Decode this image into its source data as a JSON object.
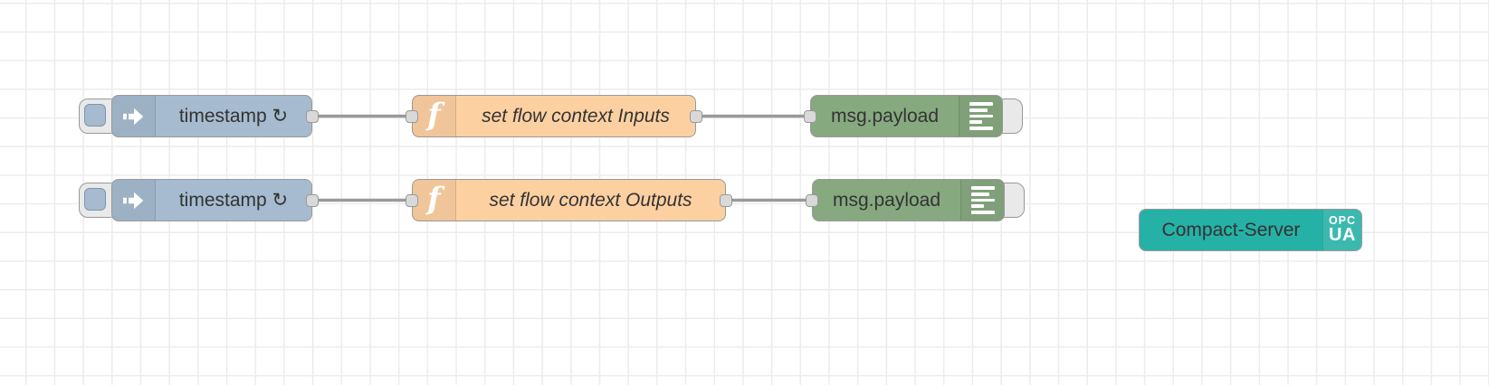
{
  "canvas": {
    "kind": "node-red-flow-editor-workspace"
  },
  "colors": {
    "inject_node": "#a6bbcf",
    "function_node": "#fdd0a2",
    "debug_node": "#87a980",
    "opcua_server_node": "#26b1a6",
    "wire": "#999999",
    "node_border": "#999999",
    "port_fill": "#d9d9d9",
    "grid_line": "#ececec",
    "label_text": "#333333"
  },
  "icons": {
    "function_glyph": "f"
  },
  "nodes": {
    "inject1": {
      "label": "timestamp ↻"
    },
    "function1": {
      "label": "set flow context Inputs"
    },
    "debug1": {
      "label": "msg.payload"
    },
    "inject2": {
      "label": "timestamp ↻"
    },
    "function2": {
      "label": "set flow context Outputs"
    },
    "debug2": {
      "label": "msg.payload"
    },
    "compact_server": {
      "label": "Compact-Server",
      "badge_line1": "OPC",
      "badge_line2": "UA"
    }
  }
}
